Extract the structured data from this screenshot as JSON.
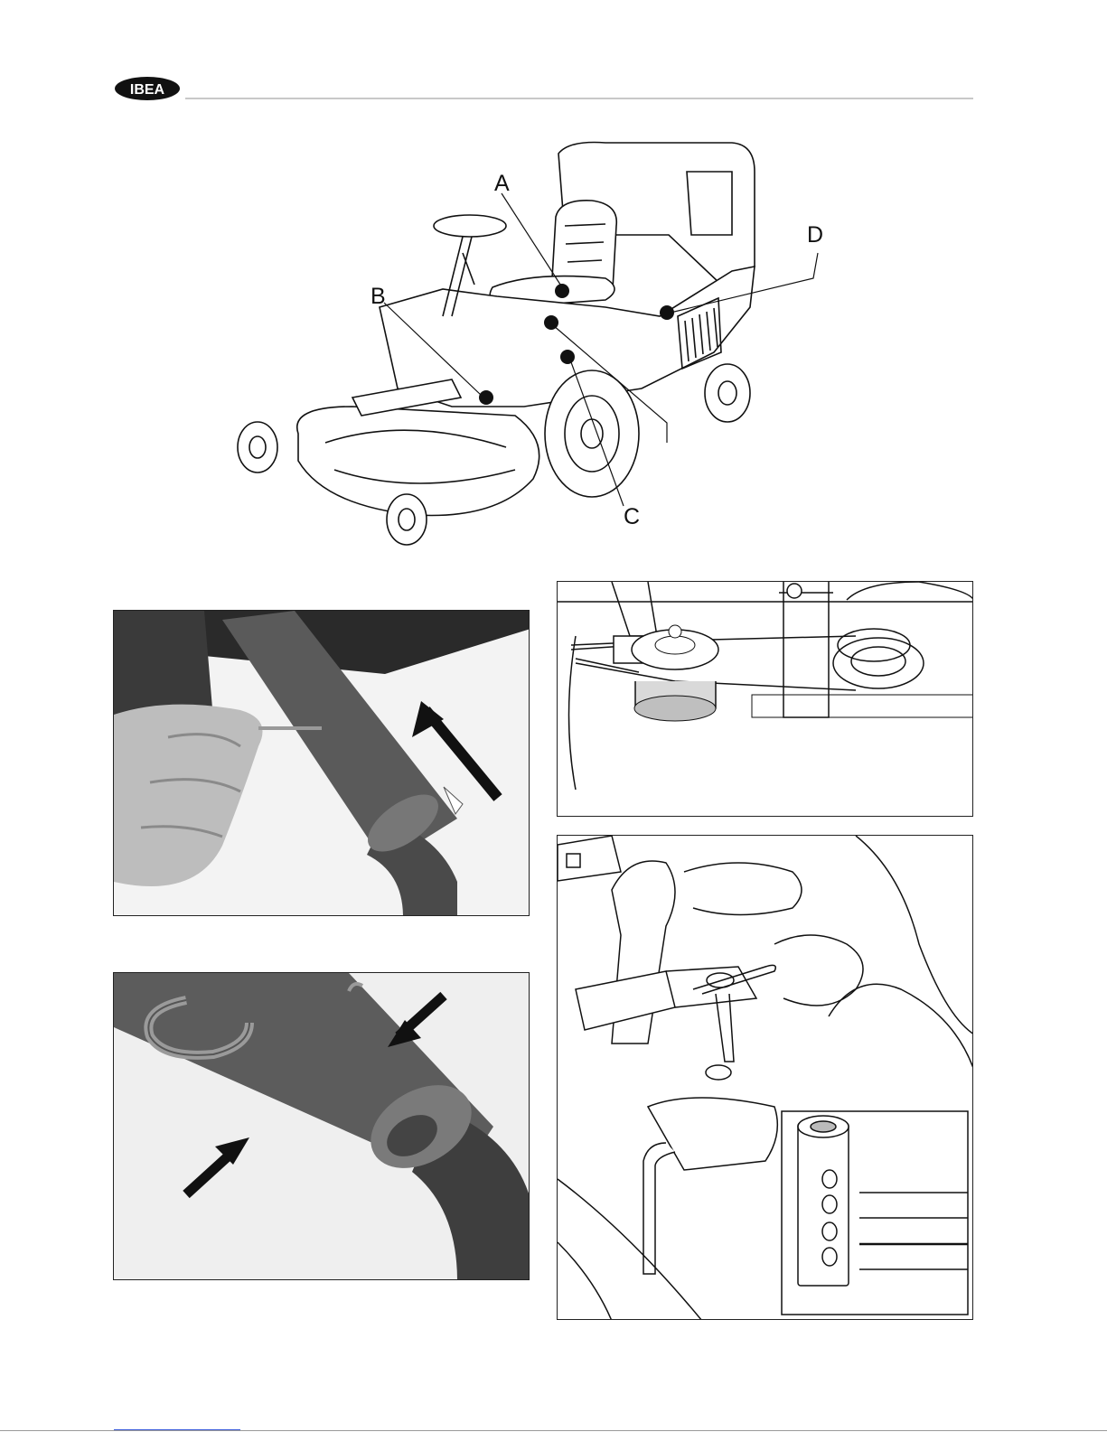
{
  "brand": {
    "logo_text": "IBEA"
  },
  "figure_mower": {
    "callouts": {
      "a": "A",
      "b": "B",
      "c": "C",
      "d": "D"
    }
  },
  "colors": {
    "ink": "#111111",
    "rule": "#c8c8c8",
    "link": "#3a5bd9"
  }
}
